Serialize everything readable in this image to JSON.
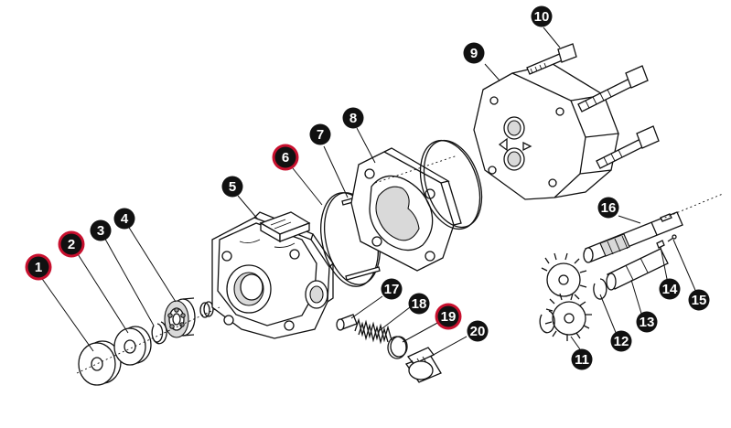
{
  "highlight_color": "#c8102e",
  "callout_color": "#111111",
  "callouts": [
    {
      "label": "1",
      "highlighted": true
    },
    {
      "label": "2",
      "highlighted": true
    },
    {
      "label": "3",
      "highlighted": false
    },
    {
      "label": "4",
      "highlighted": false
    },
    {
      "label": "5",
      "highlighted": false
    },
    {
      "label": "6",
      "highlighted": true
    },
    {
      "label": "7",
      "highlighted": false
    },
    {
      "label": "8",
      "highlighted": false
    },
    {
      "label": "9",
      "highlighted": false
    },
    {
      "label": "10",
      "highlighted": false
    },
    {
      "label": "11",
      "highlighted": false
    },
    {
      "label": "12",
      "highlighted": false
    },
    {
      "label": "13",
      "highlighted": false
    },
    {
      "label": "14",
      "highlighted": false
    },
    {
      "label": "15",
      "highlighted": false
    },
    {
      "label": "16",
      "highlighted": false
    },
    {
      "label": "17",
      "highlighted": false
    },
    {
      "label": "18",
      "highlighted": false
    },
    {
      "label": "19",
      "highlighted": true
    },
    {
      "label": "20",
      "highlighted": false
    }
  ]
}
